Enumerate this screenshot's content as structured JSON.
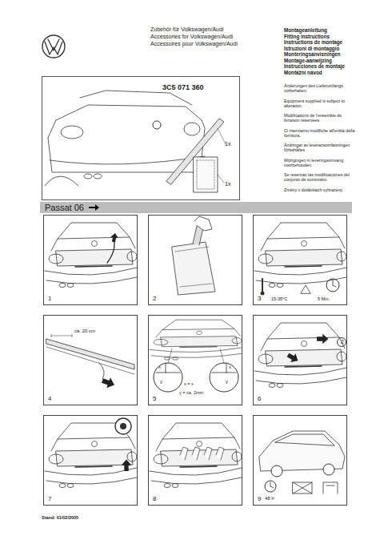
{
  "diagram": {
    "nodes": [
      {
        "text": [
          "3C5 071 360",
          "1x",
          "1x"
        ]
      },
      {
        "text": [
          "Passat 06"
        ]
      },
      {
        "text": [
          "1"
        ]
      },
      {
        "text": [
          "2"
        ]
      },
      {
        "text": [
          "3",
          "15-35°C",
          "5 Min."
        ]
      },
      {
        "text": [
          "4",
          "ca. 20 cm"
        ]
      },
      {
        "text": [
          "5",
          "x",
          "x",
          "y",
          "y",
          "x = x",
          "y = ca. 2mm"
        ]
      },
      {
        "text": [
          "6",
          "2"
        ]
      },
      {
        "text": [
          "7"
        ]
      },
      {
        "text": [
          "8"
        ]
      },
      {
        "text": [
          "9",
          "48 h"
        ]
      }
    ],
    "labels": [
      "Zubehör für Volkswagen/Audi",
      "Accessories for Volkswagen/Audi",
      "Accessoires pour Volkswagen/Audi",
      "Montageanleitung",
      "Fitting instructions",
      "Instructions de montage",
      "Istruzioni di montaggio",
      "Monteringsanvisningen",
      "Montage-aanwijzing",
      "Instrucciones de montaje",
      "Montážní návod",
      "Änderungen des Lieferumfangs vorbehalten.",
      "Equipment supplied is subject to alteration.",
      "Modifications de l'ensemble de livraison réservées.",
      "Ci riserviamo modifiche all'entità della fornitura.",
      "Ändringar av leveransomfattningen förbehålles.",
      "Wijzigingen in leveringsomvang voorbehouden.",
      "Se reservan las modificaciones del conjunto de suministro.",
      "Změny v dodávkách vyhrazeny.",
      "Stand: 01/02/2005"
    ]
  }
}
